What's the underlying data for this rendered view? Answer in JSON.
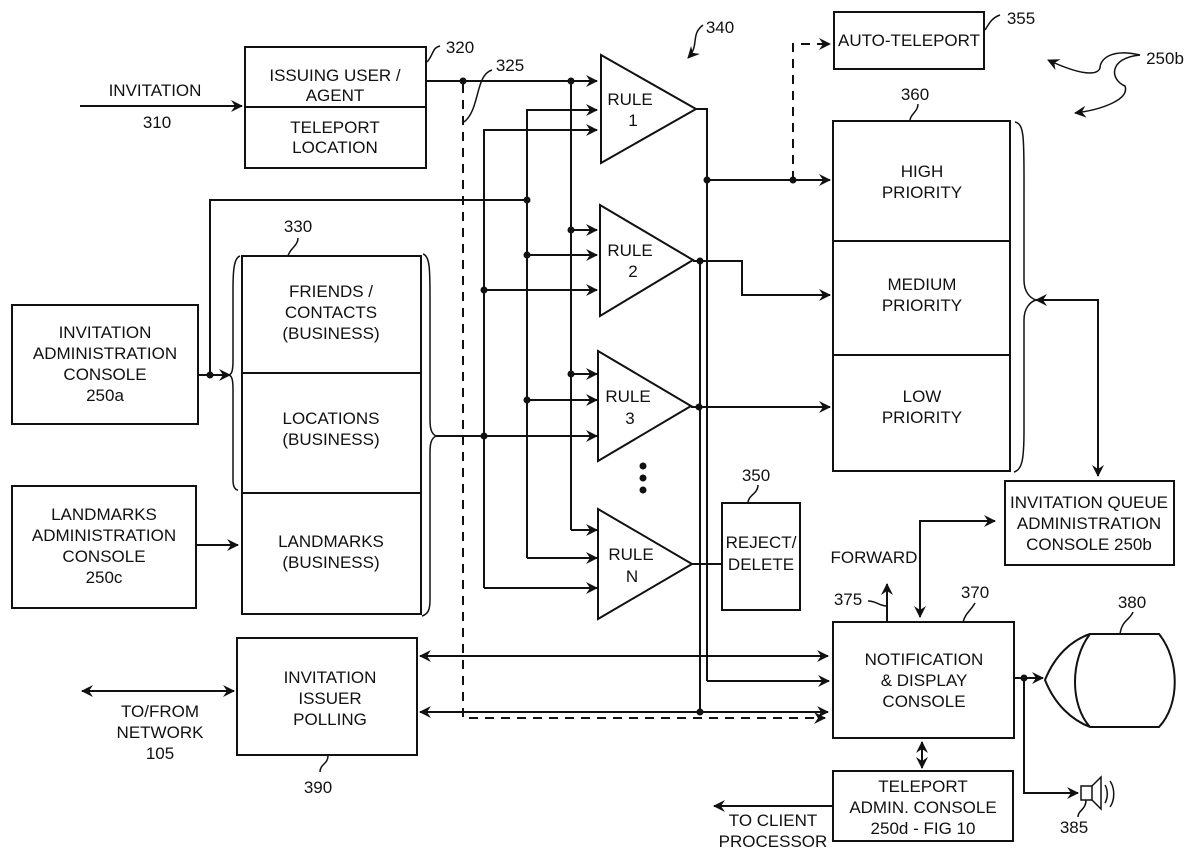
{
  "figure": {
    "type": "patent-block-diagram",
    "reference_arrow_label": "340",
    "system_label": "250b"
  },
  "inputs": {
    "invitation": {
      "label": "INVITATION",
      "ref": "310"
    },
    "network": {
      "line1": "TO/FROM",
      "line2": "NETWORK",
      "ref": "105"
    },
    "client": {
      "line1": "TO CLIENT",
      "line2": "PROCESSOR"
    }
  },
  "blocks": {
    "invitation_record": {
      "ref": "320",
      "top": {
        "line1": "ISSUING USER /",
        "line2": "AGENT"
      },
      "bottom": {
        "line1": "TELEPORT",
        "line2": "LOCATION"
      }
    },
    "bus_ref": "325",
    "inv_admin": {
      "line1": "INVITATION",
      "line2": "ADMINISTRATION",
      "line3": "CONSOLE",
      "line4": "250a"
    },
    "landmarks_admin": {
      "line1": "LANDMARKS",
      "line2": "ADMINISTRATION",
      "line3": "CONSOLE",
      "line4": "250c"
    },
    "lists": {
      "ref": "330",
      "friends": {
        "line1": "FRIENDS /",
        "line2": "CONTACTS",
        "line3": "(BUSINESS)"
      },
      "locations": {
        "line1": "LOCATIONS",
        "line2": "(BUSINESS)"
      },
      "landmarks": {
        "line1": "LANDMARKS",
        "line2": "(BUSINESS)"
      }
    },
    "rules": [
      {
        "line1": "RULE",
        "line2": "1"
      },
      {
        "line1": "RULE",
        "line2": "2"
      },
      {
        "line1": "RULE",
        "line2": "3"
      },
      {
        "line1": "RULE",
        "line2": "N"
      }
    ],
    "auto_teleport": {
      "label": "AUTO-TELEPORT",
      "ref": "355"
    },
    "queue": {
      "ref": "360",
      "high": {
        "line1": "HIGH",
        "line2": "PRIORITY"
      },
      "medium": {
        "line1": "MEDIUM",
        "line2": "PRIORITY"
      },
      "low": {
        "line1": "LOW",
        "line2": "PRIORITY"
      }
    },
    "reject": {
      "line1": "REJECT/",
      "line2": "DELETE",
      "ref": "350"
    },
    "forward_label": "FORWARD",
    "forward_ref": "375",
    "queue_admin": {
      "line1": "INVITATION QUEUE",
      "line2": "ADMINISTRATION",
      "line3": "CONSOLE  250b"
    },
    "notification": {
      "line1": "NOTIFICATION",
      "line2": "& DISPLAY",
      "line3": "CONSOLE",
      "ref": "370"
    },
    "display_ref": "380",
    "speaker_ref": "385",
    "polling": {
      "line1": "INVITATION",
      "line2": "ISSUER",
      "line3": "POLLING",
      "ref": "390"
    },
    "teleport_admin": {
      "line1": "TELEPORT",
      "line2": "ADMIN. CONSOLE",
      "line3": "250d - FIG 10"
    }
  }
}
